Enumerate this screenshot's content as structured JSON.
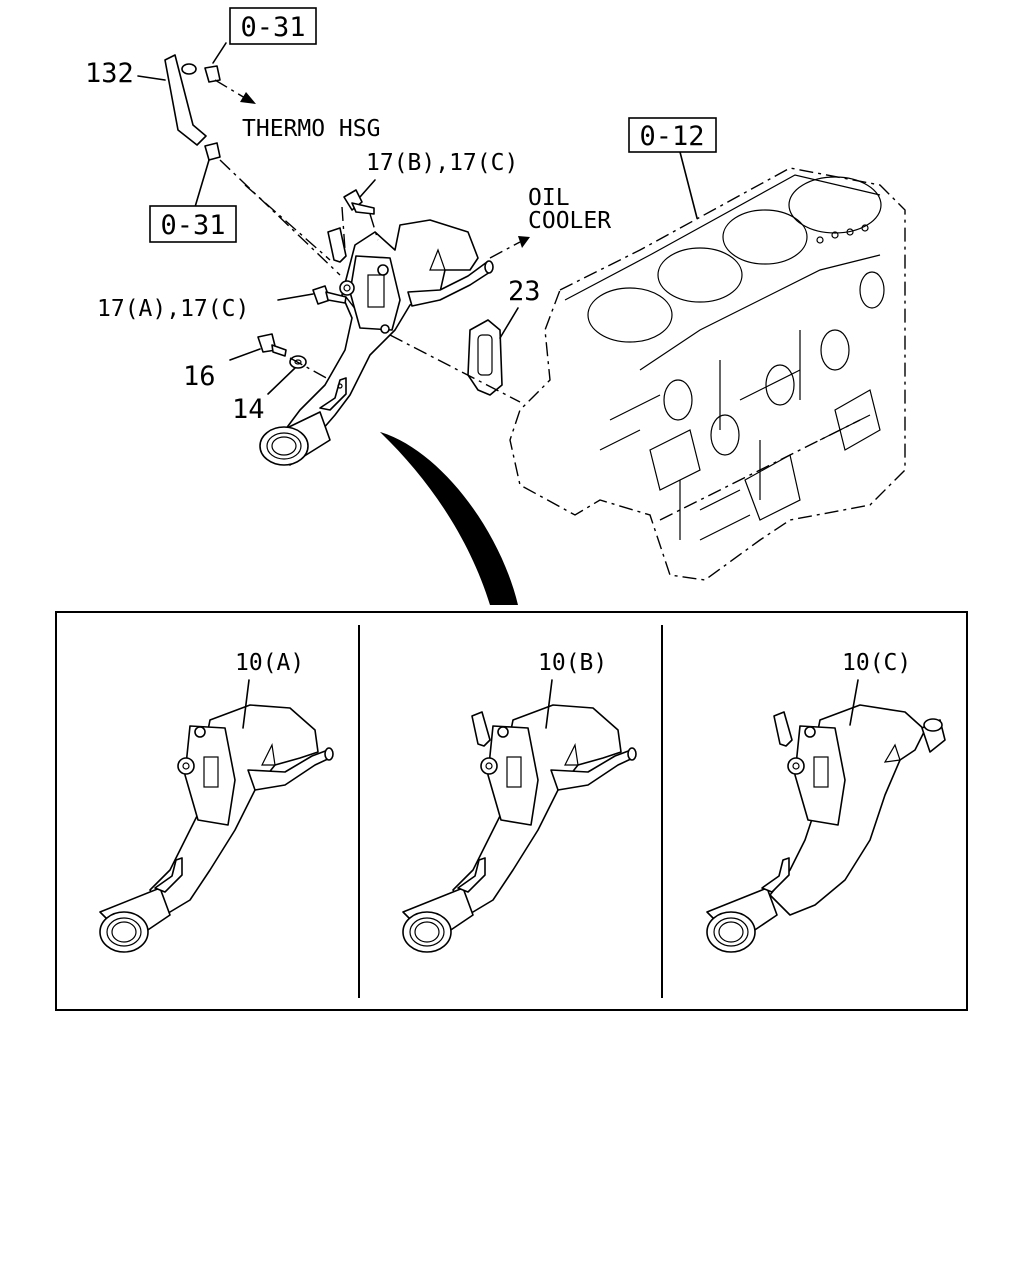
{
  "refs": {
    "ref_top": "0-31",
    "ref_mid": "0-31",
    "ref_block": "0-12"
  },
  "callouts": {
    "hose": "132",
    "thermo": "THERMO HSG",
    "bolts_b_c": "17(B),17(C)",
    "oil": "OIL",
    "cooler": "COOLER",
    "bolts_a_c": "17(A),17(C)",
    "gasket": "23",
    "bolt": "16",
    "washer": "14"
  },
  "variants": {
    "a": "10(A)",
    "b": "10(B)",
    "c": "10(C)"
  }
}
